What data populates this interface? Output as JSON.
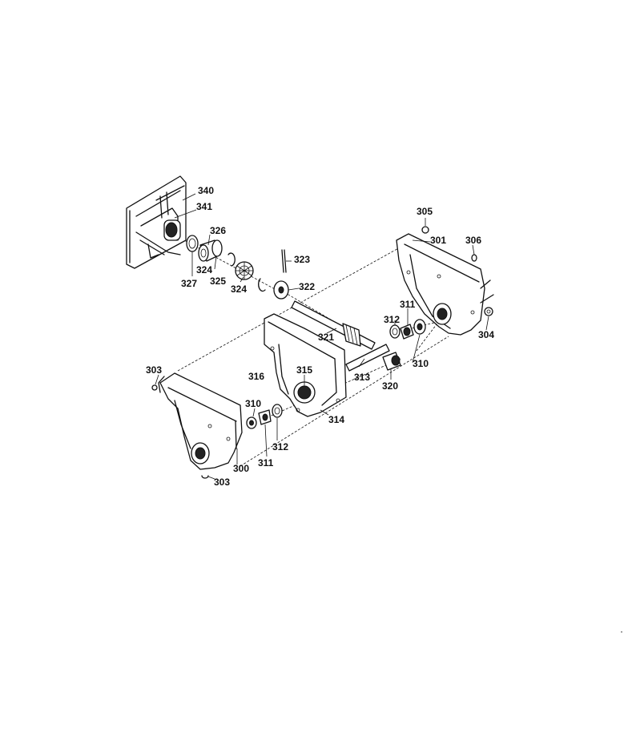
{
  "diagram": {
    "parts": [
      {
        "id": "p340",
        "label": "340"
      },
      {
        "id": "p341",
        "label": "341"
      },
      {
        "id": "p326",
        "label": "326"
      },
      {
        "id": "p324a",
        "label": "324"
      },
      {
        "id": "p327",
        "label": "327"
      },
      {
        "id": "p325",
        "label": "325"
      },
      {
        "id": "p324b",
        "label": "324"
      },
      {
        "id": "p323",
        "label": "323"
      },
      {
        "id": "p322",
        "label": "322"
      },
      {
        "id": "p305",
        "label": "305"
      },
      {
        "id": "p301",
        "label": "301"
      },
      {
        "id": "p306",
        "label": "306"
      },
      {
        "id": "p311a",
        "label": "311"
      },
      {
        "id": "p312a",
        "label": "312"
      },
      {
        "id": "p321",
        "label": "321"
      },
      {
        "id": "p304",
        "label": "304"
      },
      {
        "id": "p310a",
        "label": "310"
      },
      {
        "id": "p303a",
        "label": "303"
      },
      {
        "id": "p316",
        "label": "316"
      },
      {
        "id": "p315",
        "label": "315"
      },
      {
        "id": "p313",
        "label": "313"
      },
      {
        "id": "p320",
        "label": "320"
      },
      {
        "id": "p310b",
        "label": "310"
      },
      {
        "id": "p314",
        "label": "314"
      },
      {
        "id": "p312b",
        "label": "312"
      },
      {
        "id": "p300",
        "label": "300"
      },
      {
        "id": "p311b",
        "label": "311"
      },
      {
        "id": "p303b",
        "label": "303"
      }
    ]
  }
}
